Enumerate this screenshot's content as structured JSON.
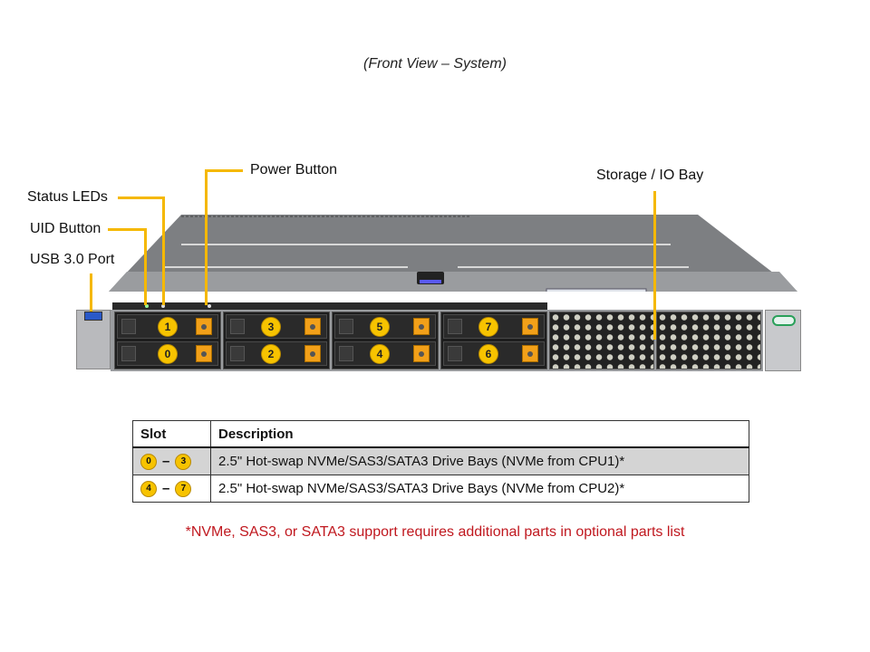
{
  "title": "(Front View – System)",
  "callouts": {
    "power_button": "Power Button",
    "status_leds": "Status LEDs",
    "uid_button": "UID Button",
    "usb_port": "USB 3.0 Port",
    "storage_io_bay": "Storage / IO  Bay"
  },
  "drive_bays": [
    {
      "slot": "1",
      "position": "top-1"
    },
    {
      "slot": "0",
      "position": "bottom-1"
    },
    {
      "slot": "3",
      "position": "top-2"
    },
    {
      "slot": "2",
      "position": "bottom-2"
    },
    {
      "slot": "5",
      "position": "top-3"
    },
    {
      "slot": "4",
      "position": "bottom-3"
    },
    {
      "slot": "7",
      "position": "top-4"
    },
    {
      "slot": "6",
      "position": "bottom-4"
    }
  ],
  "colors": {
    "callout_line": "#f5b800",
    "badge": "#f7c300",
    "drive_latch": "#f2a019",
    "note_text": "#c0181f",
    "shaded_row": "#d4d4d4"
  },
  "table": {
    "headers": [
      "Slot",
      "Description"
    ],
    "rows": [
      {
        "slot_from": "0",
        "slot_to": "3",
        "dash": "–",
        "description": "2.5\" Hot-swap  NVMe/SAS3/SATA3 Drive Bays (NVMe from CPU1)*"
      },
      {
        "slot_from": "4",
        "slot_to": "7",
        "dash": "–",
        "description": "2.5\" Hot-swap  NVMe/SAS3/SATA3 Drive Bays (NVMe from CPU2)*"
      }
    ]
  },
  "footnote": "*NVMe, SAS3, or SATA3 support requires additional parts in optional parts list"
}
